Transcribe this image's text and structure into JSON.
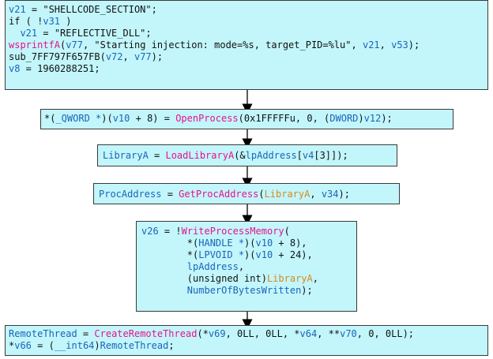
{
  "nodes": {
    "n1": {
      "lines": [
        [
          [
            "var",
            "v21"
          ],
          [
            "plain",
            " = \"SHELLCODE_SECTION\";"
          ]
        ],
        [
          [
            "kw",
            "if"
          ],
          [
            "plain",
            " ( !"
          ],
          [
            "var",
            "v31"
          ],
          [
            "plain",
            " )"
          ]
        ],
        [
          [
            "plain",
            "  "
          ],
          [
            "var",
            "v21"
          ],
          [
            "plain",
            " = \"REFLECTIVE_DLL\";"
          ]
        ],
        [
          [
            "fn",
            "wsprintfA"
          ],
          [
            "plain",
            "("
          ],
          [
            "var",
            "v77"
          ],
          [
            "plain",
            ", \"Starting injection: mode=%s, target_PID=%lu\", "
          ],
          [
            "var",
            "v21"
          ],
          [
            "plain",
            ", "
          ],
          [
            "var",
            "v53"
          ],
          [
            "plain",
            ");"
          ]
        ],
        [
          [
            "plain",
            "sub_7FF797F657FB("
          ],
          [
            "var",
            "v72"
          ],
          [
            "plain",
            ", "
          ],
          [
            "var",
            "v77"
          ],
          [
            "plain",
            ");"
          ]
        ],
        [
          [
            "var",
            "v8"
          ],
          [
            "plain",
            " = 1960288251;"
          ]
        ]
      ]
    },
    "n2": {
      "lines": [
        [
          [
            "plain",
            "*("
          ],
          [
            "var",
            "_QWORD *"
          ],
          [
            "plain",
            ")("
          ],
          [
            "var",
            "v10"
          ],
          [
            "plain",
            " + 8) = "
          ],
          [
            "fn",
            "OpenProcess"
          ],
          [
            "plain",
            "(0x1FFFFFu, 0, ("
          ],
          [
            "var",
            "DWORD"
          ],
          [
            "plain",
            ")"
          ],
          [
            "var",
            "v12"
          ],
          [
            "plain",
            ");"
          ]
        ]
      ]
    },
    "n3": {
      "lines": [
        [
          [
            "var",
            "LibraryA"
          ],
          [
            "plain",
            " = "
          ],
          [
            "fn",
            "LoadLibraryA"
          ],
          [
            "plain",
            "(&"
          ],
          [
            "var",
            "lpAddress"
          ],
          [
            "plain",
            "["
          ],
          [
            "var",
            "v4"
          ],
          [
            "plain",
            "[3]]);"
          ]
        ]
      ]
    },
    "n4": {
      "lines": [
        [
          [
            "var",
            "ProcAddress"
          ],
          [
            "plain",
            " = "
          ],
          [
            "fn",
            "GetProcAddress"
          ],
          [
            "plain",
            "("
          ],
          [
            "glob",
            "LibraryA"
          ],
          [
            "plain",
            ", "
          ],
          [
            "var",
            "v34"
          ],
          [
            "plain",
            ");"
          ]
        ]
      ]
    },
    "n5": {
      "lines": [
        [
          [
            "var",
            "v26"
          ],
          [
            "plain",
            " = !"
          ],
          [
            "fn",
            "WriteProcessMemory"
          ],
          [
            "plain",
            "("
          ]
        ],
        [
          [
            "plain",
            "        *("
          ],
          [
            "var",
            "HANDLE *"
          ],
          [
            "plain",
            ")("
          ],
          [
            "var",
            "v10"
          ],
          [
            "plain",
            " + 8),"
          ]
        ],
        [
          [
            "plain",
            "        *("
          ],
          [
            "var",
            "LPVOID *"
          ],
          [
            "plain",
            ")("
          ],
          [
            "var",
            "v10"
          ],
          [
            "plain",
            " + 24),"
          ]
        ],
        [
          [
            "plain",
            "        "
          ],
          [
            "var",
            "lpAddress"
          ],
          [
            "plain",
            ","
          ]
        ],
        [
          [
            "plain",
            "        (unsigned int)"
          ],
          [
            "glob",
            "LibraryA"
          ],
          [
            "plain",
            ","
          ]
        ],
        [
          [
            "plain",
            "        "
          ],
          [
            "var",
            "NumberOfBytesWritten"
          ],
          [
            "plain",
            ");"
          ]
        ]
      ]
    },
    "n6": {
      "lines": [
        [
          [
            "var",
            "RemoteThread"
          ],
          [
            "plain",
            " = "
          ],
          [
            "fn",
            "CreateRemoteThread"
          ],
          [
            "plain",
            "(*"
          ],
          [
            "var",
            "v69"
          ],
          [
            "plain",
            ", 0LL, 0LL, *"
          ],
          [
            "var",
            "v64"
          ],
          [
            "plain",
            ", **"
          ],
          [
            "var",
            "v70"
          ],
          [
            "plain",
            ", 0, 0LL);"
          ]
        ],
        [
          [
            "plain",
            "*"
          ],
          [
            "var",
            "v66"
          ],
          [
            "plain",
            " = ("
          ],
          [
            "var",
            "__int64"
          ],
          [
            "plain",
            ")"
          ],
          [
            "var",
            "RemoteThread"
          ],
          [
            "plain",
            ";"
          ]
        ]
      ]
    }
  },
  "colors": {
    "node_bg": "#c2f6fb",
    "variable": "#1c63b8",
    "function": "#e8128c",
    "global": "#d88a1c",
    "edge": "#000000"
  }
}
